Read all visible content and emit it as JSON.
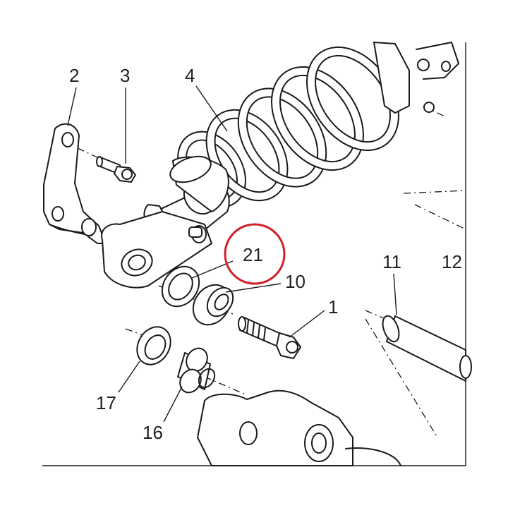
{
  "diagram": {
    "callouts": [
      {
        "id": "c2",
        "text": "2"
      },
      {
        "id": "c3",
        "text": "3"
      },
      {
        "id": "c4",
        "text": "4"
      },
      {
        "id": "c21",
        "text": "21"
      },
      {
        "id": "c10",
        "text": "10"
      },
      {
        "id": "c1",
        "text": "1"
      },
      {
        "id": "c11",
        "text": "11"
      },
      {
        "id": "c12",
        "text": "12"
      },
      {
        "id": "c17",
        "text": "17"
      },
      {
        "id": "c16",
        "text": "16"
      }
    ],
    "highlight": {
      "target": "21",
      "color": "#d0202a"
    }
  }
}
